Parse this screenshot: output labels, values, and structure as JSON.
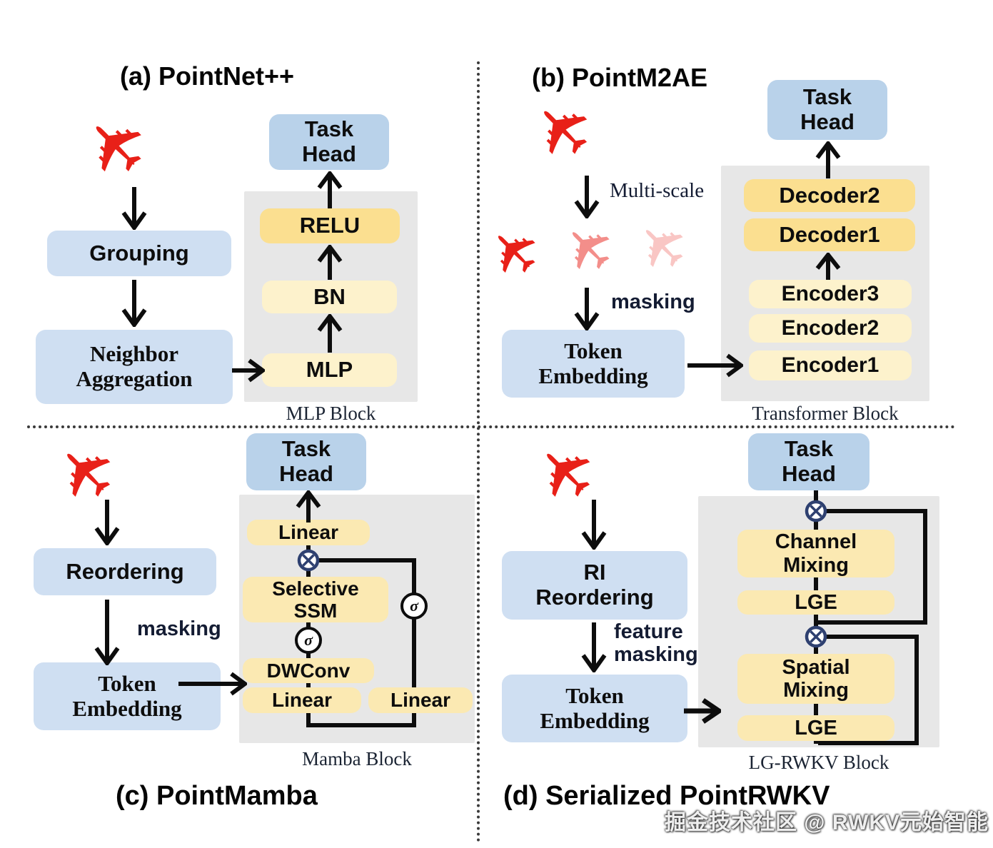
{
  "icons": {
    "airplane": "✈",
    "sigma": "σ"
  },
  "colors": {
    "box_blue": "#cfdff2",
    "task_blue": "#b9d2ea",
    "gold": "#fbdf90",
    "pale_yellow": "#fdf2cc",
    "soft_yellow": "#fbe9b2",
    "gray_block": "#e7e7e7",
    "point_red": "#e82018",
    "annotation_dark": "#141c33"
  },
  "panel_a": {
    "title": "(a) PointNet++",
    "grouping": "Grouping",
    "neighbor_aggregation": "Neighbor\nAggregation",
    "mlp": "MLP",
    "bn": "BN",
    "relu": "RELU",
    "task_head": "Task\nHead",
    "block_label": "MLP Block"
  },
  "panel_b": {
    "title": "(b) PointM2AE",
    "multi_scale": "Multi-scale",
    "masking": "masking",
    "token_embedding": "Token\nEmbedding",
    "encoder1": "Encoder1",
    "encoder2": "Encoder2",
    "encoder3": "Encoder3",
    "decoder1": "Decoder1",
    "decoder2": "Decoder2",
    "task_head": "Task\nHead",
    "block_label": "Transformer Block"
  },
  "panel_c": {
    "caption": "(c) PointMamba",
    "reordering": "Reordering",
    "masking": "masking",
    "token_embedding": "Token\nEmbedding",
    "linear_top": "Linear",
    "selective_ssm": "Selective\nSSM",
    "dwconv": "DWConv",
    "linear_left": "Linear",
    "linear_right": "Linear",
    "task_head": "Task\nHead",
    "block_label": "Mamba Block"
  },
  "panel_d": {
    "caption": "(d) Serialized PointRWKV",
    "ri_reordering": "RI\nReordering",
    "feature_masking": "feature\nmasking",
    "token_embedding": "Token\nEmbedding",
    "channel_mixing": "Channel\nMixing",
    "lge_top": "LGE",
    "spatial_mixing": "Spatial\nMixing",
    "lge_bottom": "LGE",
    "task_head": "Task\nHead",
    "block_label": "LG-RWKV Block"
  },
  "watermark": "掘金技术社区 @ RWKV元始智能"
}
